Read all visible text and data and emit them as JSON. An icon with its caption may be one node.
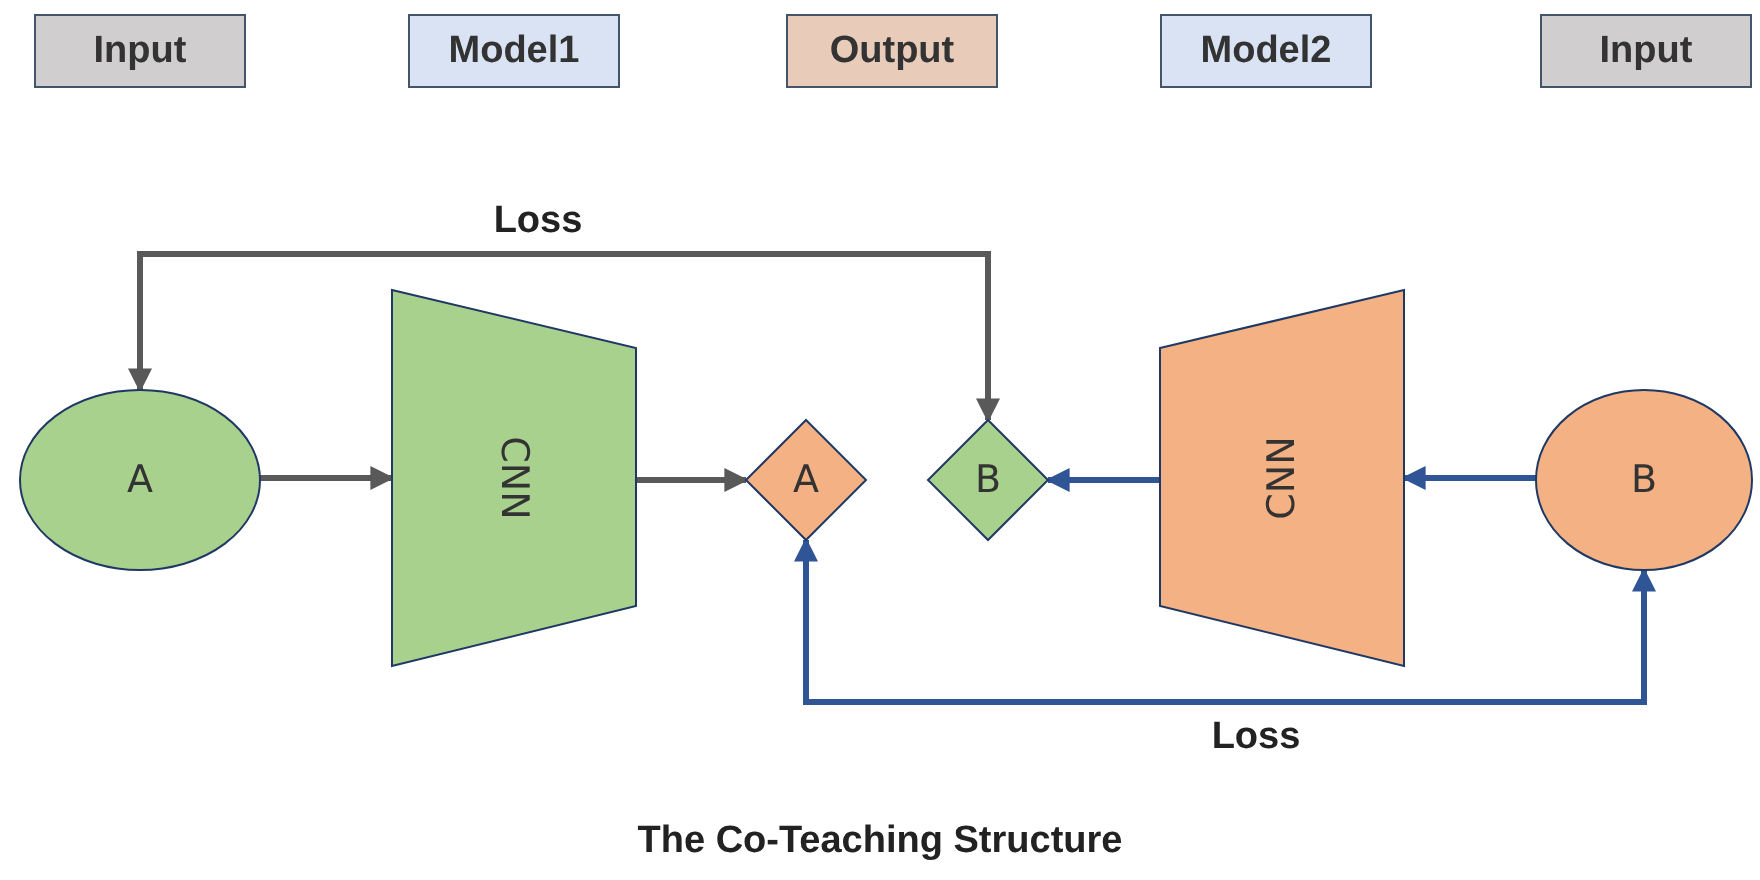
{
  "diagram": {
    "caption": "The Co-Teaching Structure",
    "nodes": [
      {
        "text": [
          "Input"
        ]
      },
      {
        "text": [
          "Model1"
        ]
      },
      {
        "text": [
          "Output"
        ]
      },
      {
        "text": [
          "Model2"
        ]
      },
      {
        "text": [
          "Input"
        ]
      },
      {
        "text": [
          "A"
        ]
      },
      {
        "text": [
          "CNN"
        ]
      },
      {
        "text": [
          "A"
        ]
      },
      {
        "text": [
          "B"
        ]
      },
      {
        "text": [
          "CNN"
        ]
      },
      {
        "text": [
          "B"
        ]
      }
    ],
    "edges": [
      {
        "from": 5,
        "to": 6,
        "arrow": "to"
      },
      {
        "from": 6,
        "to": 7,
        "arrow": "to"
      },
      {
        "from": 9,
        "to": 8,
        "arrow": "to",
        "color": "#2f5597"
      },
      {
        "from": 10,
        "to": 9,
        "arrow": "to",
        "color": "#2f5597"
      },
      {
        "from": 5,
        "to": 8,
        "arrow": "both",
        "label": "Loss"
      },
      {
        "from": 7,
        "to": 10,
        "arrow": "both",
        "label": "Loss",
        "color": "#2f5597"
      }
    ]
  }
}
